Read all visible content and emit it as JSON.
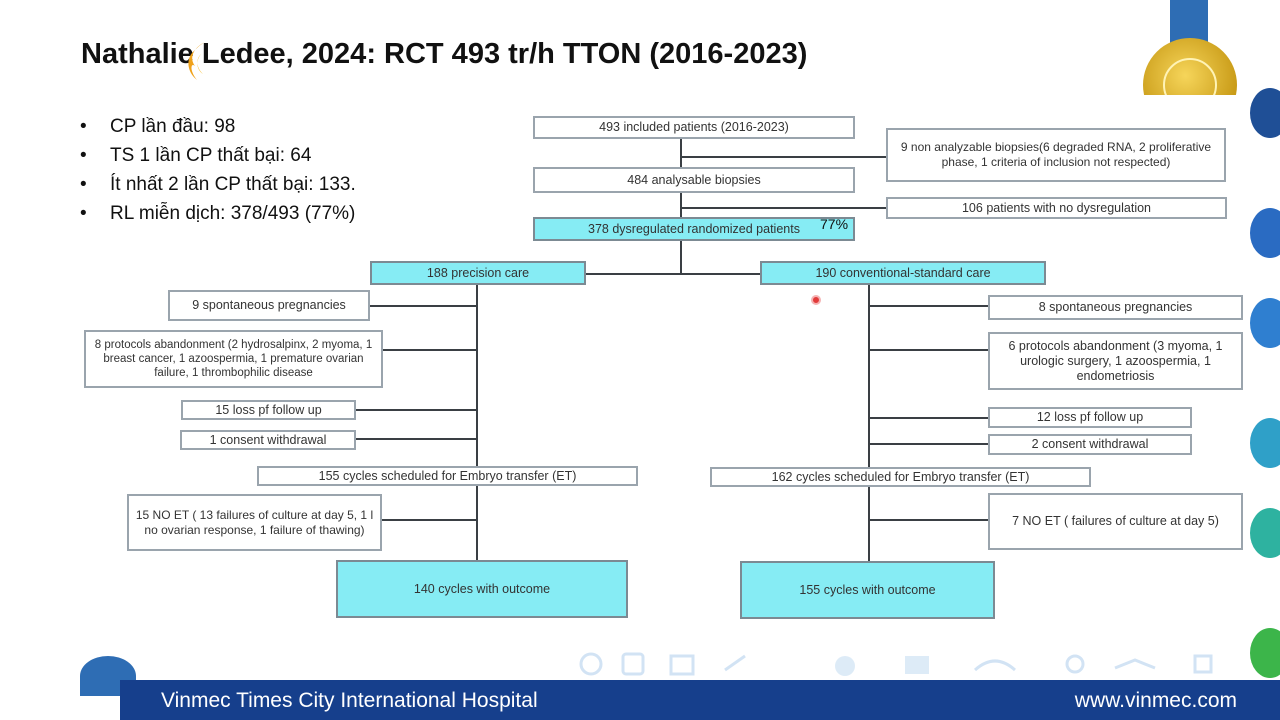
{
  "slide": {
    "title": "Nathalie Ledee, 2024: RCT 493 tr/h TTON (2016-2023)",
    "bullets": [
      "CP lần đầu: 98",
      "TS 1 lần CP thất bại: 64",
      "Ít nhất 2 lần CP thất bại: 133.",
      "RL miễn dịch: 378/493 (77%)"
    ]
  },
  "flowchart": {
    "included": "493 included patients (2016-2023)",
    "non_analyzable": "9 non analyzable biopsies(6 degraded RNA, 2 proliferative phase, 1 criteria of inclusion not respected)",
    "analysable": "484 analysable biopsies",
    "no_dysregulation": "106 patients with no dysregulation",
    "dysregulated": "378 dysregulated randomized patients",
    "dysregulated_pct": "77%",
    "left": {
      "arm": "188 precision care",
      "spontaneous": "9 spontaneous pregnancies",
      "abandonment": "8 protocols abandonment (2 hydrosalpinx, 2 myoma, 1 breast cancer, 1 azoospermia, 1 premature ovarian failure, 1 thrombophilic disease",
      "loss": "15 loss pf follow up",
      "consent": "1 consent withdrawal",
      "scheduled": "155 cycles scheduled for Embryo transfer (ET)",
      "no_et": "15 NO ET ( 13 failures of culture at day 5, 1 l no ovarian response, 1 failure of thawing)",
      "outcome": "140 cycles with outcome"
    },
    "right": {
      "arm": "190  conventional-standard care",
      "spontaneous": "8 spontaneous pregnancies",
      "abandonment": "6 protocols abandonment (3 myoma, 1 urologic surgery, 1 azoospermia, 1 endometriosis",
      "loss": "12 loss pf follow up",
      "consent": "2 consent withdrawal",
      "scheduled": "162 cycles scheduled for Embryo transfer (ET)",
      "no_et": "7 NO ET (  failures of culture at day 5)",
      "outcome": "155 cycles with outcome"
    }
  },
  "footer": {
    "hospital": "Vinmec Times City International Hospital",
    "website": "www.vinmec.com"
  },
  "colors": {
    "cyan_box": "#86ecf4",
    "footer_bg": "#163f8c",
    "seal_gold": "#d4a21f",
    "accent_blue": "#2e6db4"
  }
}
